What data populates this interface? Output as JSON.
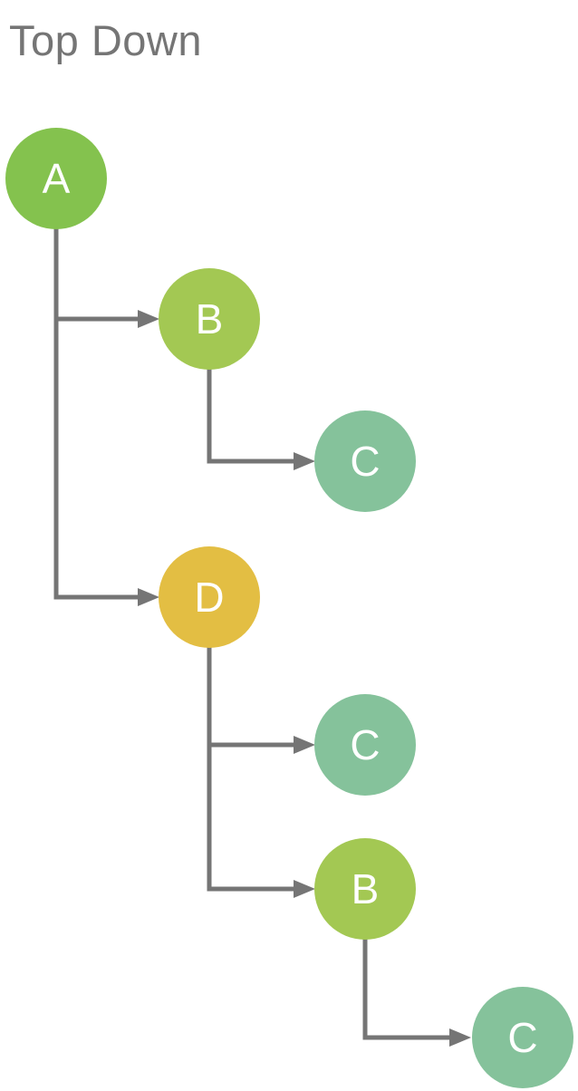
{
  "title": "Top Down",
  "colors": {
    "title_text": "#757575",
    "connector": "#757575",
    "node_text": "#ffffff",
    "node_green": "#84C24E",
    "node_yellow_green": "#A3C853",
    "node_sea_green": "#85C29B",
    "node_gold": "#E3BE43",
    "background": "#ffffff"
  },
  "diagram": {
    "type": "tree",
    "orientation": "top-down",
    "nodes": [
      {
        "id": "A",
        "label": "A",
        "color": "#84C24E"
      },
      {
        "id": "B1",
        "label": "B",
        "color": "#A3C853"
      },
      {
        "id": "C1",
        "label": "C",
        "color": "#85C29B"
      },
      {
        "id": "D",
        "label": "D",
        "color": "#E3BE43"
      },
      {
        "id": "C2",
        "label": "C",
        "color": "#85C29B"
      },
      {
        "id": "B2",
        "label": "B",
        "color": "#A3C853"
      },
      {
        "id": "C3",
        "label": "C",
        "color": "#85C29B"
      }
    ],
    "edges": [
      {
        "from": "A",
        "to": "B1"
      },
      {
        "from": "A",
        "to": "D"
      },
      {
        "from": "B1",
        "to": "C1"
      },
      {
        "from": "D",
        "to": "C2"
      },
      {
        "from": "D",
        "to": "B2"
      },
      {
        "from": "B2",
        "to": "C3"
      }
    ]
  }
}
